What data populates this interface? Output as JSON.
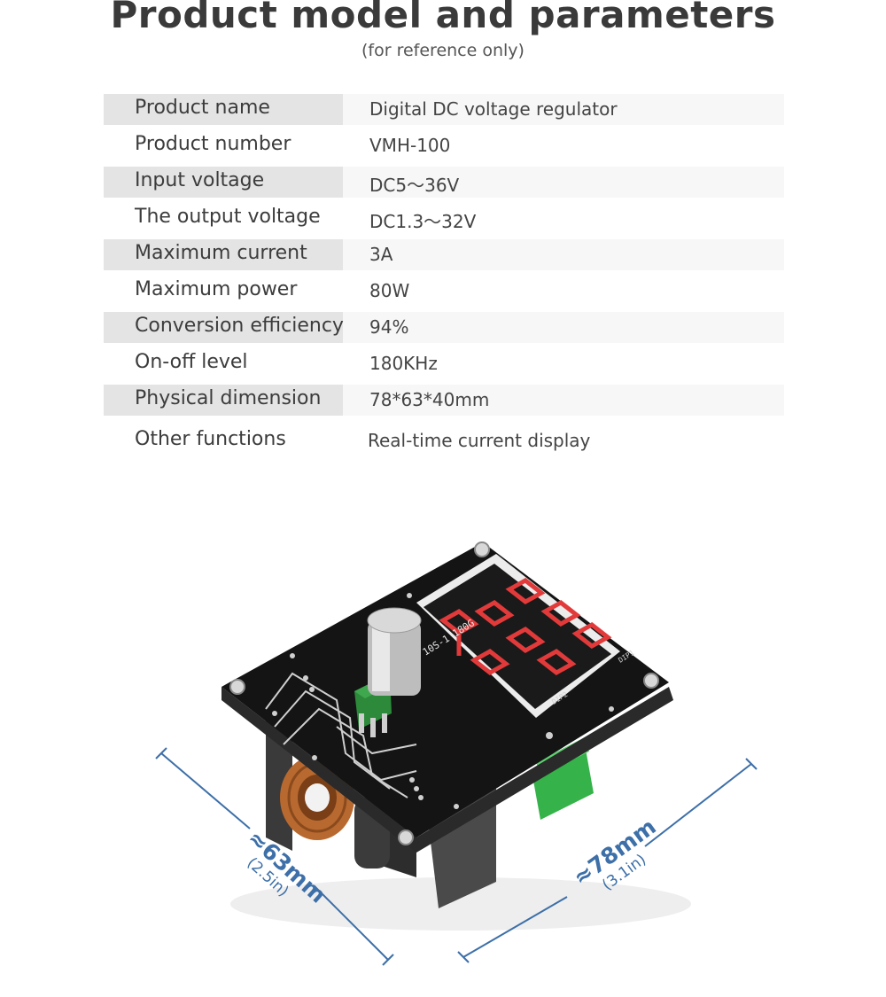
{
  "header": {
    "title": "Product model and parameters",
    "subtitle": "(for reference only)"
  },
  "specs": [
    {
      "label": "Product name",
      "value": "Digital DC voltage regulator"
    },
    {
      "label": "Product number",
      "value": "VMH-100"
    },
    {
      "label": "Input voltage",
      "value": "DC5～36V"
    },
    {
      "label": "The output voltage",
      "value": "DC1.3～32V"
    },
    {
      "label": "Maximum current",
      "value": "3A"
    },
    {
      "label": "Maximum power",
      "value": "80W"
    },
    {
      "label": "Conversion efficiency",
      "value": "94%"
    },
    {
      "label": "On-off level",
      "value": "180KHz"
    },
    {
      "label": "Physical dimension",
      "value": "78*63*40mm"
    },
    {
      "label": "Other functions",
      "value": "Real-time current display"
    }
  ],
  "dimensions": {
    "width": {
      "label": "≈63mm",
      "sub": "(2.5in)"
    },
    "length": {
      "label": "≈78mm",
      "sub": "(3.1in)"
    }
  },
  "board_markings": {
    "display_part": "10S-1 180G",
    "p1": "DIP1",
    "p2": "DIP2"
  },
  "colors": {
    "accent": "#3d6fa8",
    "label_band": "#e4e4e4",
    "value_band": "#f7f7f7",
    "pcb": "#111111",
    "led": "#e23a3a"
  }
}
